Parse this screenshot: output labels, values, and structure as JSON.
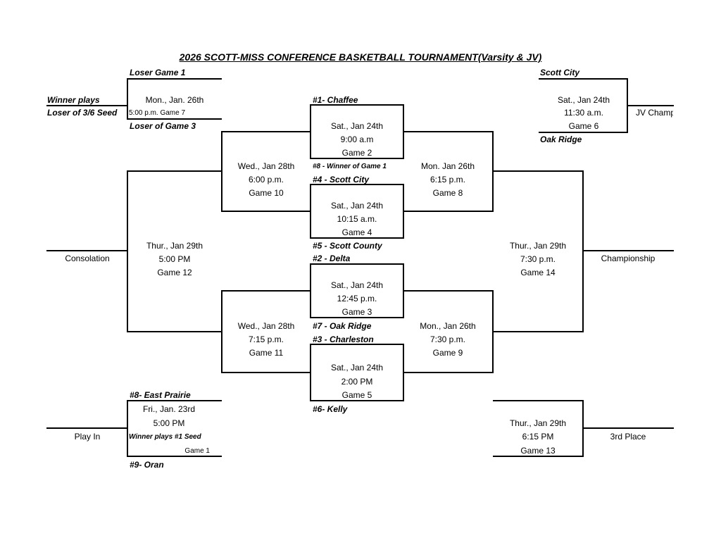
{
  "title": "2026 SCOTT-MISS CONFERENCE BASKETBALL TOURNAMENT(Varsity & JV)",
  "teams": {
    "seed1": "#1- Chaffee",
    "seed8_winner_game1": "#8 - Winner of Game 1",
    "seed4": "#4 - Scott City",
    "seed5": "#5 - Scott County",
    "seed2": "#2 - Delta",
    "seed7": "#7 - Oak Ridge",
    "seed3": "#3 - Charleston",
    "seed6": "#6- Kelly",
    "seed8_play_in": "#8- East Prairie",
    "seed9": "#9- Oran"
  },
  "game1": {
    "date": "Fri., Jan. 23rd",
    "time": "5:00 PM",
    "note": "Winner plays #1 Seed",
    "game": "Game 1",
    "label": "Play In"
  },
  "game2": {
    "date": "Sat., Jan 24th",
    "time": "9:00 a.m",
    "game": "Game 2"
  },
  "game3": {
    "date": "Sat., Jan 24th",
    "time": "12:45 p.m.",
    "game": "Game 3"
  },
  "game4": {
    "date": "Sat., Jan 24th",
    "time": "10:15 a.m.",
    "game": "Game 4"
  },
  "game5": {
    "date": "Sat., Jan 24th",
    "time": "2:00 PM",
    "game": "Game 5"
  },
  "game6": {
    "top": "Scott City",
    "date": "Sat., Jan 24th",
    "time": "11:30 a.m.",
    "game": "Game 6",
    "bottom": "Oak Ridge",
    "label": "JV Champ"
  },
  "game7": {
    "top": "Loser Game 1",
    "date": "Mon., Jan. 26th",
    "time_game": "5:00 p.m. Game 7",
    "bottom": "Loser of Game 3",
    "side_label1": "Winner plays",
    "side_label2": "Loser of 3/6 Seed"
  },
  "game8": {
    "date": "Mon. Jan 26th",
    "time": "6:15 p.m.",
    "game": "Game 8"
  },
  "game9": {
    "date": "Mon., Jan 26th",
    "time": "7:30 p.m.",
    "game": "Game 9"
  },
  "game10": {
    "date": "Wed., Jan 28th",
    "time": "6:00 p.m.",
    "game": "Game 10"
  },
  "game11": {
    "date": "Wed., Jan 28th",
    "time": "7:15 p.m.",
    "game": "Game 11"
  },
  "game12": {
    "date": "Thur., Jan 29th",
    "time": "5:00 PM",
    "game": "Game 12",
    "label": "Consolation"
  },
  "game13": {
    "date": "Thur., Jan 29th",
    "time": "6:15 PM",
    "game": "Game 13",
    "label": "3rd Place"
  },
  "game14": {
    "date": "Thur., Jan 29th",
    "time": "7:30 p.m.",
    "game": "Game 14",
    "label": "Championship"
  }
}
